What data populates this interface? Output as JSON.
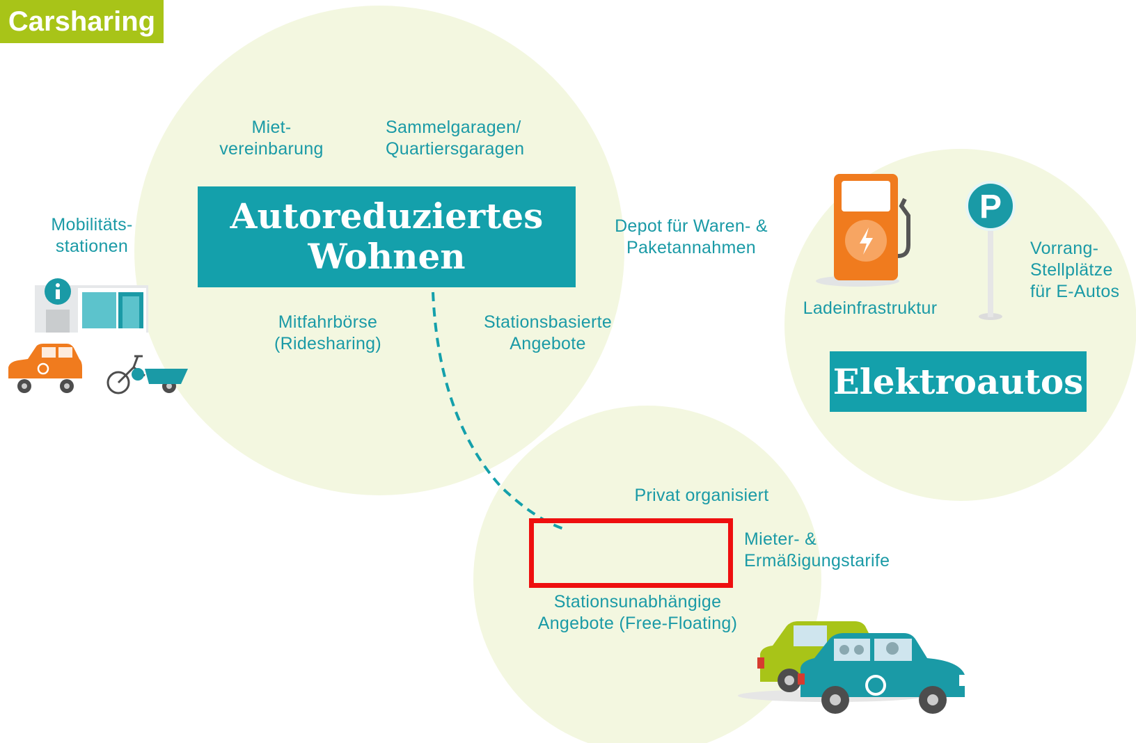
{
  "colors": {
    "circle_fill": "#f3f7e0",
    "teal": "#14a0ab",
    "text_teal": "#1a9aa6",
    "green": "#a8c418",
    "orange": "#f07b1e",
    "highlight_red": "#ee0f0f"
  },
  "circles": {
    "auto": {
      "title": "Autoreduziertes\nWohnen",
      "labels": {
        "miet": "Miet-\nvereinbarung",
        "sammel": "Sammelgaragen/\nQuartiersgaragen",
        "mobil": "Mobilitäts-\nstationen",
        "depot": "Depot für Waren- &\nPaketannahmen",
        "mitfahr": "Mitfahrbörse\n(Ridesharing)",
        "stations": "Stationsbasierte\nAngebote"
      }
    },
    "elektro": {
      "title": "Elektroautos",
      "labels": {
        "lade": "Ladeinfrastruktur",
        "vorrang": "Vorrang-\nStellplätze\nfür E-Autos"
      },
      "icons": [
        "charging-station-icon",
        "parking-sign-icon"
      ]
    },
    "carsharing": {
      "title": "Carsharing",
      "labels": {
        "privat": "Privat organisiert",
        "mieter": "Mieter- &\nErmäßigungstarife",
        "stationsunabh": "Stationsunabhängige\nAngebote (Free-Floating)"
      },
      "icons": [
        "car-sharing-cars-icon"
      ]
    }
  },
  "mobility_icons": [
    "info-station-icon",
    "shared-car-icon",
    "cargo-bike-icon"
  ]
}
